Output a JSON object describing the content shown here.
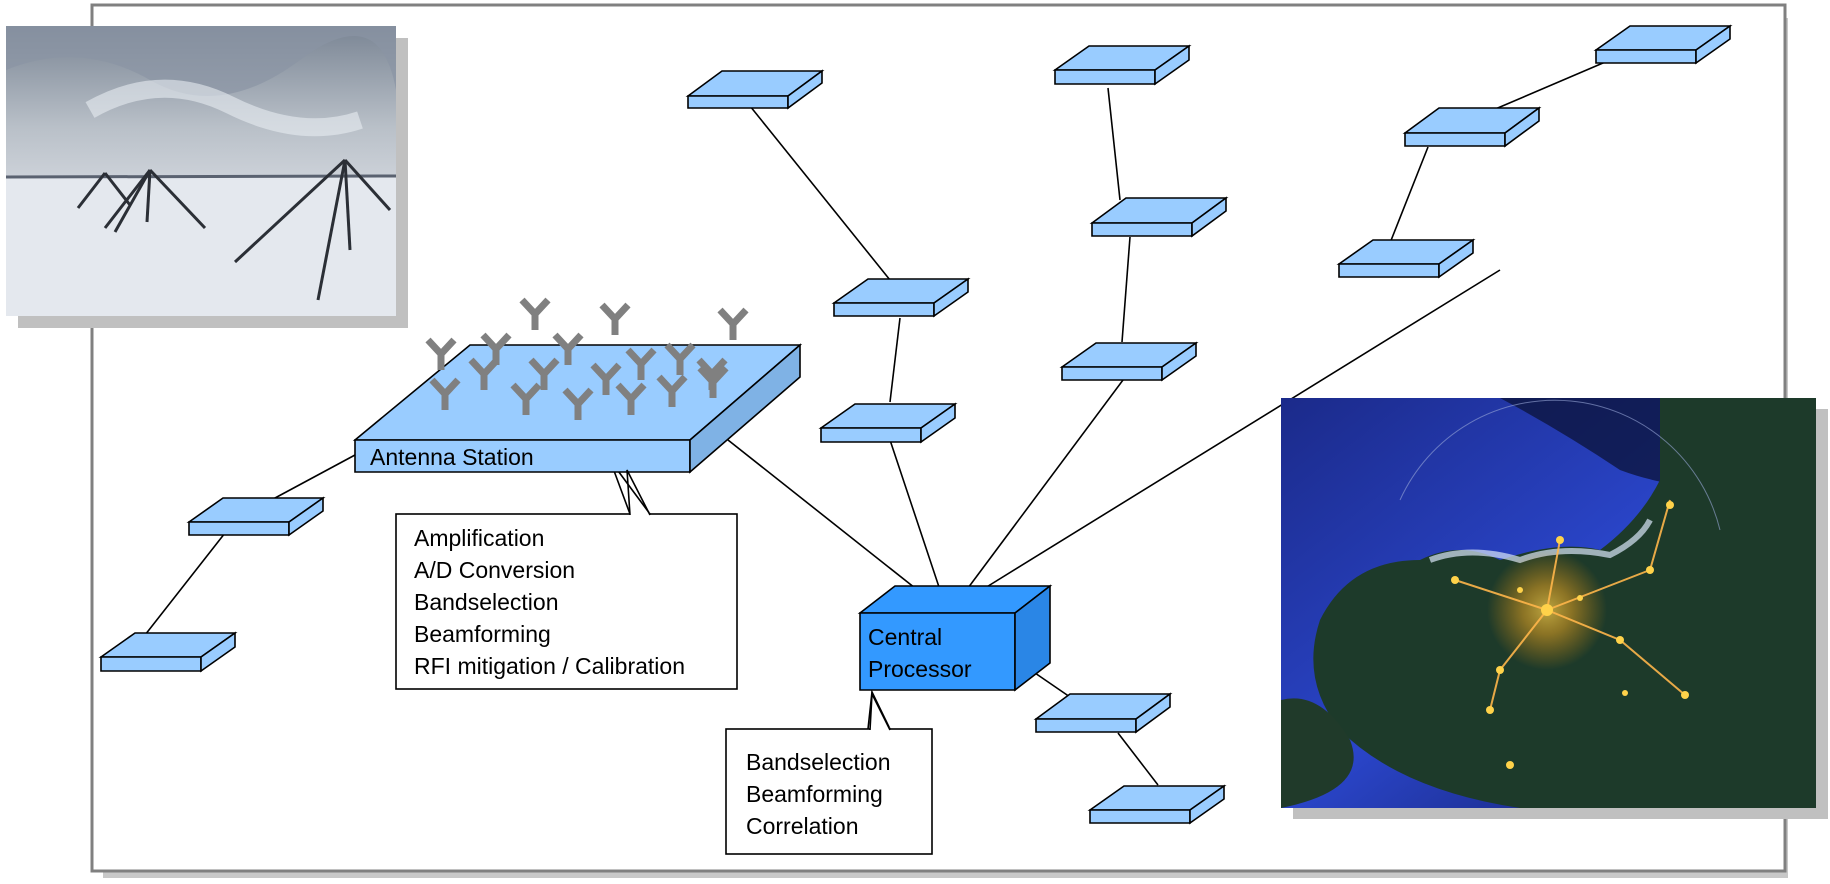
{
  "diagram": {
    "antenna_station_label": "Antenna Station",
    "central_processor_label_line1": "Central",
    "central_processor_label_line2": "Processor",
    "station_functions": [
      "Amplification",
      "A/D Conversion",
      "Bandselection",
      "Beamforming",
      "RFI mitigation / Calibration"
    ],
    "processor_functions": [
      "Bandselection",
      "Beamforming",
      "Correlation"
    ]
  },
  "colors": {
    "station_fill": "#99ccff",
    "station_side": "#7fb2e5",
    "processor_fill": "#3399ff",
    "processor_side": "#1f7fd9",
    "antenna_icon": "#808080",
    "frame_border": "#808080",
    "shadow": "#c0c0c0"
  },
  "images": [
    {
      "name": "snowy-field-antennas-photo"
    },
    {
      "name": "netherlands-night-map-photo"
    }
  ]
}
